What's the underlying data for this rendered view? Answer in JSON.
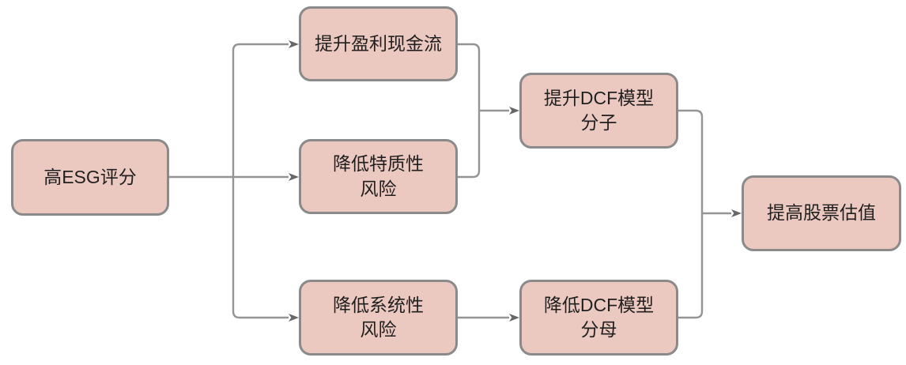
{
  "diagram": {
    "type": "flowchart",
    "direction": "left-to-right",
    "nodes": [
      {
        "id": "high-esg-score",
        "label": "高ESG评分"
      },
      {
        "id": "improve-profit-cashflow",
        "label": "提升盈利现金流"
      },
      {
        "id": "reduce-idiosyncratic-risk",
        "label": "降低特质性\n风险"
      },
      {
        "id": "reduce-systematic-risk",
        "label": "降低系统性\n风险"
      },
      {
        "id": "raise-dcf-numerator",
        "label": "提升DCF模型\n分子"
      },
      {
        "id": "lower-dcf-denominator",
        "label": "降低DCF模型\n分母"
      },
      {
        "id": "raise-stock-valuation",
        "label": "提高股票估值"
      }
    ],
    "edges": [
      {
        "from": "high-esg-score",
        "to": "improve-profit-cashflow"
      },
      {
        "from": "high-esg-score",
        "to": "reduce-idiosyncratic-risk"
      },
      {
        "from": "high-esg-score",
        "to": "reduce-systematic-risk"
      },
      {
        "from": "improve-profit-cashflow",
        "to": "raise-dcf-numerator"
      },
      {
        "from": "reduce-idiosyncratic-risk",
        "to": "raise-dcf-numerator"
      },
      {
        "from": "reduce-systematic-risk",
        "to": "lower-dcf-denominator"
      },
      {
        "from": "raise-dcf-numerator",
        "to": "raise-stock-valuation"
      },
      {
        "from": "lower-dcf-denominator",
        "to": "raise-stock-valuation"
      }
    ],
    "colors": {
      "node_fill": "#ecc9c0",
      "node_border": "#8a8a8a",
      "edge_line": "#949494",
      "arrowhead": "#666666",
      "text": "#1f1f1f",
      "background": "#ffffff"
    }
  }
}
